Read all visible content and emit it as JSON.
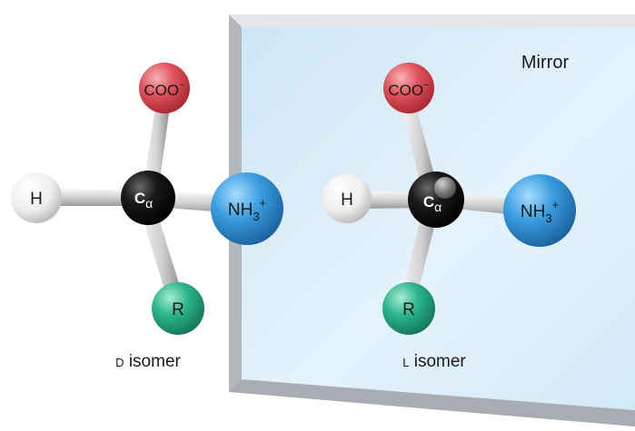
{
  "mirror": {
    "label": "Mirror"
  },
  "left_molecule": {
    "caption_prefix": "D",
    "caption_word": "isomer",
    "atoms": {
      "top": "COO",
      "top_sup": "−",
      "left": "H",
      "center": "C",
      "center_sub": "α",
      "right": "NH",
      "right_sub": "3",
      "right_sup": "+",
      "bottom": "R"
    }
  },
  "right_molecule": {
    "caption_prefix": "L",
    "caption_word": "isomer",
    "atoms": {
      "top": "COO",
      "top_sup": "−",
      "left": "H",
      "center": "C",
      "center_sub": "α",
      "right": "NH",
      "right_sub": "3",
      "right_sup": "+",
      "bottom": "R"
    }
  },
  "colors": {
    "carboxylate": "#e0535d",
    "amino": "#3a9ee0",
    "r_group": "#2bb58b",
    "hydrogen": "#f2f2f2",
    "alpha_carbon": "#111111",
    "mirror_glass": "#d7ecf8",
    "mirror_frame": "#c9ccd0"
  }
}
